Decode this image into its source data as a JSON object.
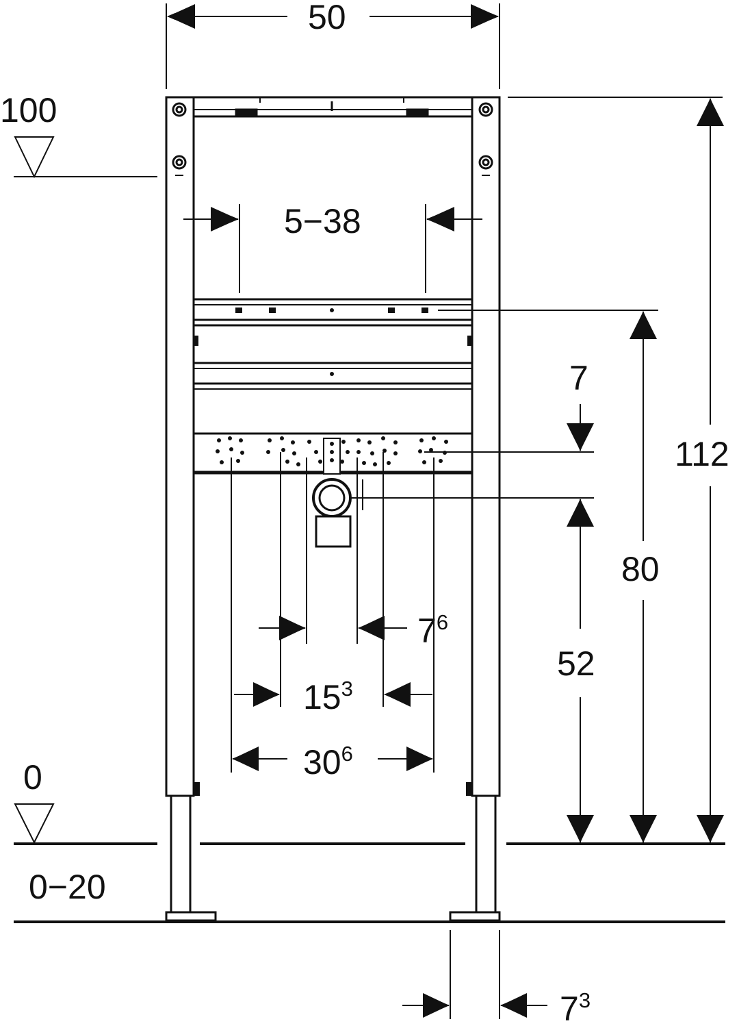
{
  "colors": {
    "line": "#111111",
    "background": "#ffffff"
  },
  "levels": {
    "top_level": "100",
    "floor_level": "0",
    "floor_range": "0−20"
  },
  "dimensions": {
    "frame_width": "50",
    "total_height": "112",
    "crossbar_height": "80",
    "outlet_height": "52",
    "adjust_range": "5−38",
    "offset_top": "7",
    "spacing_inner": {
      "base": "7",
      "sup": "6"
    },
    "spacing_mid": {
      "base": "15",
      "sup": "3"
    },
    "spacing_outer": {
      "base": "30",
      "sup": "6"
    },
    "foot_width": {
      "base": "7",
      "sup": "3"
    }
  }
}
